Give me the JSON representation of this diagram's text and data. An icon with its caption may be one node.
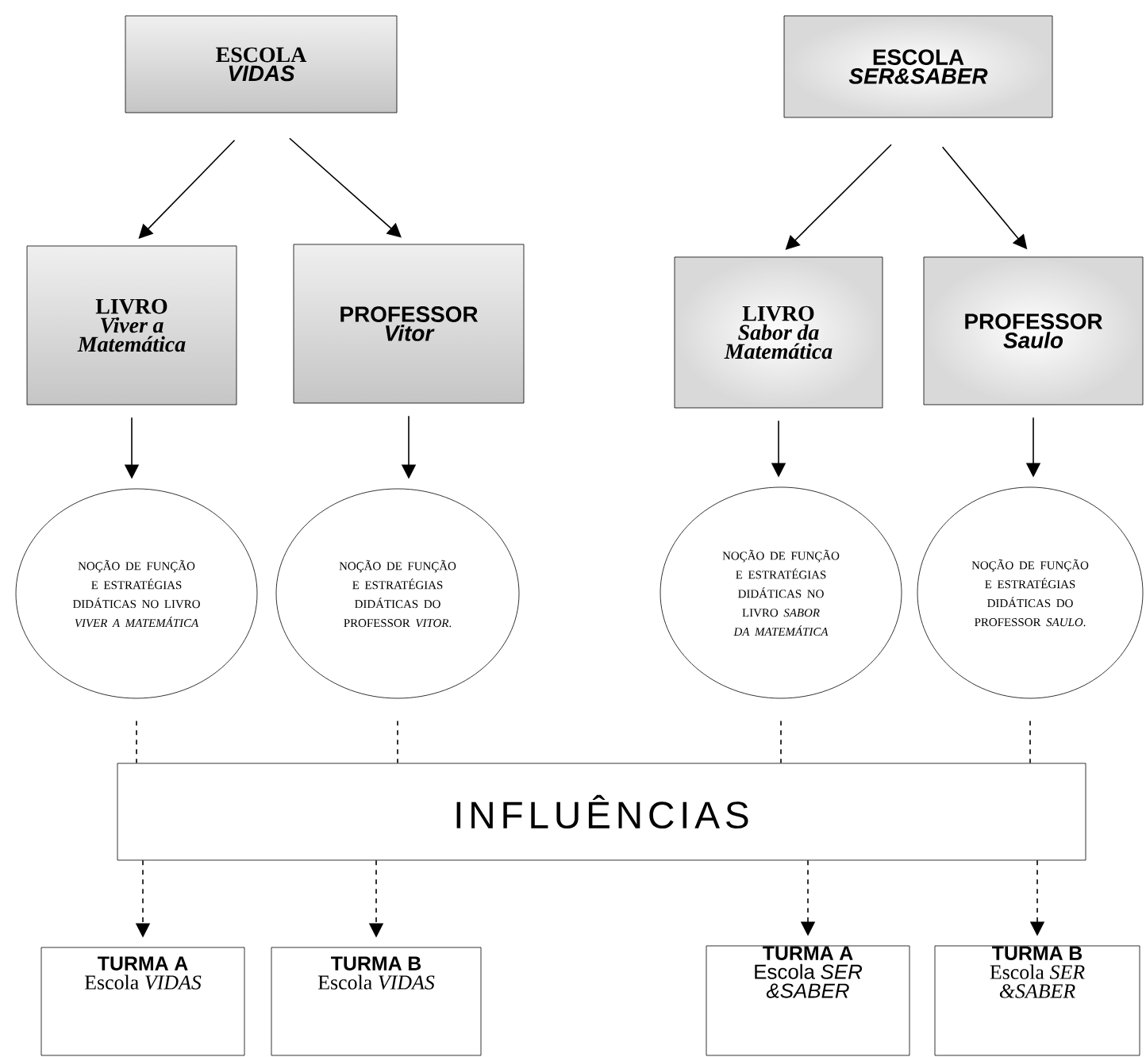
{
  "diagram": {
    "nodes": [
      {
        "text": [
          "ESCOLA",
          "VIDAS"
        ]
      },
      {
        "text": [
          "ESCOLA",
          "SER&SABER"
        ]
      },
      {
        "text": [
          "LIVRO",
          "Viver a Matemática"
        ]
      },
      {
        "text": [
          "PROFESSOR",
          "Vitor"
        ]
      },
      {
        "text": [
          "LIVRO",
          "Sabor da Matemática"
        ]
      },
      {
        "text": [
          "PROFESSOR",
          "Saulo"
        ]
      },
      {
        "text": [
          "NOÇÃO DE FUNÇÃO E ESTRATÉGIAS DIDÁTICAS NO LIVRO *VIVER A MATEMÁTICA*"
        ]
      },
      {
        "text": [
          "NOÇÃO DE FUNÇÃO E ESTRATÉGIAS DIDÁTICAS DO PROFESSOR *VITOR*."
        ]
      },
      {
        "text": [
          "NOÇÃO DE FUNÇÃO E ESTRATÉGIAS DIDÁTICAS NO LIVRO *SABOR DA MATEMÁTICA*"
        ]
      },
      {
        "text": [
          "NOÇÃO DE FUNÇÃO E ESTRATÉGIAS DIDÁTICAS DO PROFESSOR *SAULO*."
        ]
      },
      {
        "text": [
          "INFLUÊNCIAS"
        ]
      },
      {
        "text": [
          "TURMA A",
          "Escola *VIDAS*"
        ]
      },
      {
        "text": [
          "TURMA B",
          "Escola *VIDAS*"
        ]
      },
      {
        "text": [
          "TURMA A",
          "Escola *SER &SABER*"
        ]
      },
      {
        "text": [
          "TURMA B",
          "Escola *SER &SABER*"
        ]
      }
    ],
    "edges": [
      {
        "from": 0,
        "to": 2,
        "arrow": "to"
      },
      {
        "from": 0,
        "to": 3,
        "arrow": "to"
      },
      {
        "from": 1,
        "to": 4,
        "arrow": "to"
      },
      {
        "from": 1,
        "to": 5,
        "arrow": "to"
      },
      {
        "from": 2,
        "to": 6,
        "arrow": "to"
      },
      {
        "from": 3,
        "to": 7,
        "arrow": "to"
      },
      {
        "from": 4,
        "to": 8,
        "arrow": "to"
      },
      {
        "from": 5,
        "to": 9,
        "arrow": "to"
      },
      {
        "from": 6,
        "to": 10,
        "arrow": "none",
        "style": "dashed"
      },
      {
        "from": 7,
        "to": 10,
        "arrow": "none",
        "style": "dashed"
      },
      {
        "from": 8,
        "to": 10,
        "arrow": "none",
        "style": "dashed"
      },
      {
        "from": 9,
        "to": 10,
        "arrow": "none",
        "style": "dashed"
      },
      {
        "from": 10,
        "to": 11,
        "arrow": "to",
        "style": "dashed"
      },
      {
        "from": 10,
        "to": 12,
        "arrow": "to",
        "style": "dashed"
      },
      {
        "from": 10,
        "to": 13,
        "arrow": "to",
        "style": "dashed"
      },
      {
        "from": 10,
        "to": 14,
        "arrow": "to",
        "style": "dashed"
      }
    ]
  }
}
